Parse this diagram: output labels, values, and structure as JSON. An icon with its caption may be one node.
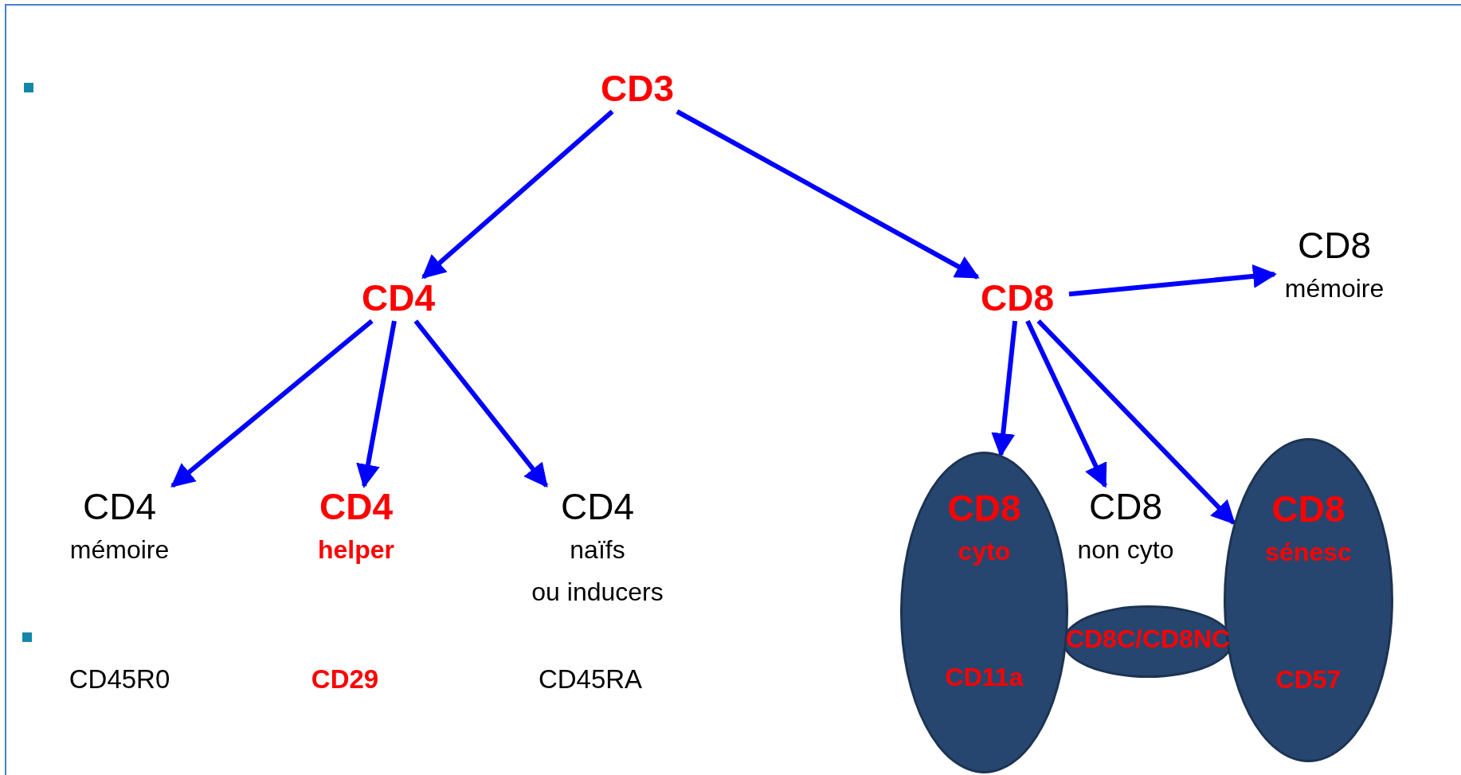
{
  "diagram": {
    "nodes": [
      {
        "text": [
          "CD3"
        ]
      },
      {
        "text": [
          "CD4"
        ]
      },
      {
        "text": [
          "CD8"
        ]
      },
      {
        "text": [
          "CD8",
          "mémoire"
        ]
      },
      {
        "text": [
          "CD4",
          "mémoire"
        ]
      },
      {
        "text": [
          "CD4",
          "helper"
        ]
      },
      {
        "text": [
          "CD4",
          "naïfs",
          "ou inducers"
        ]
      },
      {
        "text": [
          "CD8",
          "cyto",
          "CD11a"
        ]
      },
      {
        "text": [
          "CD8",
          "non cyto"
        ]
      },
      {
        "text": [
          "CD8",
          "sénesc",
          "CD57"
        ]
      },
      {
        "text": [
          "CD8C/CD8NC"
        ]
      }
    ],
    "edges": [
      {
        "from": 0,
        "to": 1,
        "arrow": "to"
      },
      {
        "from": 0,
        "to": 2,
        "arrow": "to"
      },
      {
        "from": 1,
        "to": 4,
        "arrow": "to"
      },
      {
        "from": 1,
        "to": 5,
        "arrow": "to"
      },
      {
        "from": 1,
        "to": 6,
        "arrow": "to"
      },
      {
        "from": 2,
        "to": 3,
        "arrow": "to"
      },
      {
        "from": 2,
        "to": 7,
        "arrow": "to"
      },
      {
        "from": 2,
        "to": 8,
        "arrow": "to"
      },
      {
        "from": 2,
        "to": 9,
        "arrow": "to"
      }
    ],
    "labels": [
      "CD45R0",
      "CD29",
      "CD45RA"
    ]
  }
}
